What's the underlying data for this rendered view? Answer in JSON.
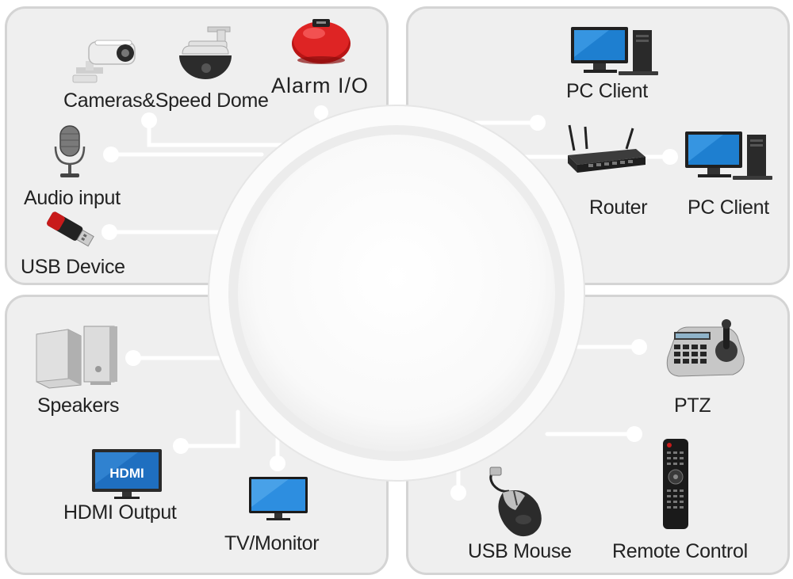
{
  "diagram": {
    "devices": {
      "cameras": "Cameras&Speed Dome",
      "alarm": "Alarm I/O",
      "audio": "Audio input",
      "usb_device": "USB Device",
      "pc_client_top": "PC Client",
      "router": "Router",
      "pc_client_right": "PC Client",
      "speakers": "Speakers",
      "hdmi_output": "HDMI Output",
      "tv_monitor": "TV/Monitor",
      "ptz": "PTZ",
      "usb_mouse": "USB Mouse",
      "remote_control": "Remote Control"
    },
    "hdmi_logo_text": "HDMI"
  },
  "colors": {
    "panel_bg": "#efefef",
    "panel_border": "#d4d4d4",
    "connector": "#ffffff",
    "alarm_red": "#d81e1e",
    "screen_blue": "#1e7fd0",
    "text": "#222222"
  }
}
